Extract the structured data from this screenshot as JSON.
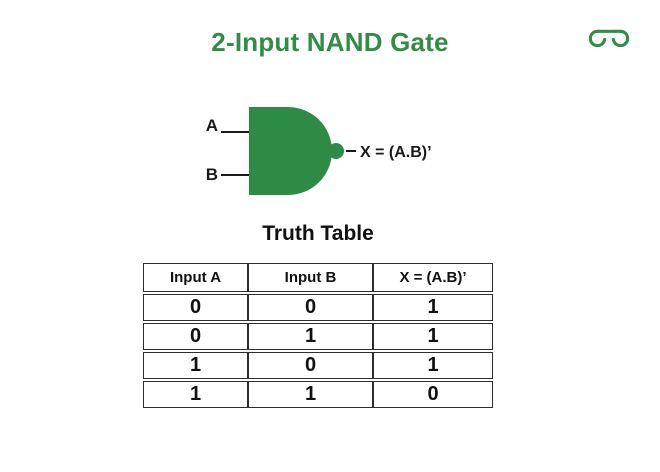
{
  "header": {
    "title": "2-Input NAND Gate"
  },
  "colors": {
    "brand_green": "#2f8d46",
    "gate_green": "#2e8b46",
    "ink": "#1a1a1a",
    "table_border": "#2e2e2e"
  },
  "gate_diagram": {
    "input_a_label": "A",
    "input_b_label": "B",
    "output_label": "X = (A.B)’"
  },
  "truth_table": {
    "heading": "Truth Table",
    "columns": [
      "Input A",
      "Input B",
      "X = (A.B)’"
    ],
    "rows": [
      [
        "0",
        "0",
        "1"
      ],
      [
        "0",
        "1",
        "1"
      ],
      [
        "1",
        "0",
        "1"
      ],
      [
        "1",
        "1",
        "0"
      ]
    ]
  }
}
